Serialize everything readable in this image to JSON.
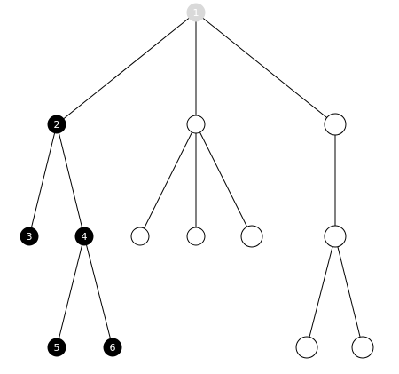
{
  "colors": {
    "filled": "#000000",
    "hollow": "#ffffff",
    "faded": "#d9d9d9",
    "edge": "#000000",
    "label_on_filled": "#ffffff",
    "label_on_faded": "#ffffff"
  },
  "tree": {
    "nodes": [
      {
        "id": "1",
        "label": "1",
        "style": "faded"
      },
      {
        "id": "2",
        "label": "2",
        "style": "filled"
      },
      {
        "id": "m",
        "label": "",
        "style": "hollow"
      },
      {
        "id": "r",
        "label": "",
        "style": "hollow"
      },
      {
        "id": "3",
        "label": "3",
        "style": "filled"
      },
      {
        "id": "4",
        "label": "4",
        "style": "filled"
      },
      {
        "id": "m1",
        "label": "",
        "style": "hollow"
      },
      {
        "id": "m2",
        "label": "",
        "style": "hollow"
      },
      {
        "id": "m3",
        "label": "",
        "style": "hollow"
      },
      {
        "id": "r1",
        "label": "",
        "style": "hollow"
      },
      {
        "id": "5",
        "label": "5",
        "style": "filled"
      },
      {
        "id": "6",
        "label": "6",
        "style": "filled"
      },
      {
        "id": "r11",
        "label": "",
        "style": "hollow"
      },
      {
        "id": "r12",
        "label": "",
        "style": "hollow"
      }
    ],
    "edges": [
      [
        "1",
        "2"
      ],
      [
        "1",
        "m"
      ],
      [
        "1",
        "r"
      ],
      [
        "2",
        "3"
      ],
      [
        "2",
        "4"
      ],
      [
        "4",
        "5"
      ],
      [
        "4",
        "6"
      ],
      [
        "m",
        "m1"
      ],
      [
        "m",
        "m2"
      ],
      [
        "m",
        "m3"
      ],
      [
        "r",
        "r1"
      ],
      [
        "r1",
        "r11"
      ],
      [
        "r1",
        "r12"
      ]
    ]
  }
}
